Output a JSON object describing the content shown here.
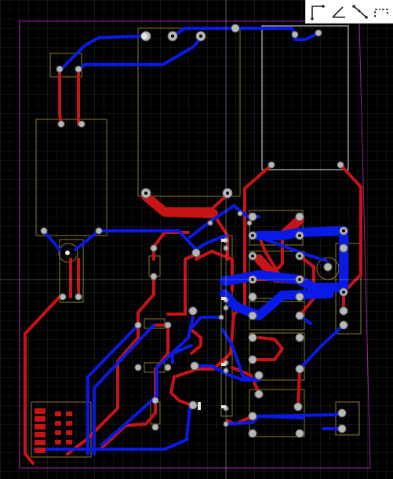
{
  "editor": {
    "view": "PCB layout",
    "grid": "on"
  },
  "toolbar": {
    "tools": [
      {
        "name": "route-90-degree",
        "icon": "route-90-icon"
      },
      {
        "name": "route-45-degree",
        "icon": "route-45-icon"
      },
      {
        "name": "route-diagonal",
        "icon": "route-diagonal-icon"
      },
      {
        "name": "route-arc",
        "icon": "route-arc-icon"
      }
    ]
  },
  "colors": {
    "background": "#000000",
    "grid": "#3a3a3a",
    "board_outline": "#a020a0",
    "silkscreen": "#8a7a2a",
    "silkscreen_white": "#e6e6e6",
    "top_copper": "#0a1ae6",
    "bottom_copper": "#c81414",
    "pad": "#b8b8b8",
    "drill": "#000000",
    "crosshair": "#c8c8c8"
  }
}
